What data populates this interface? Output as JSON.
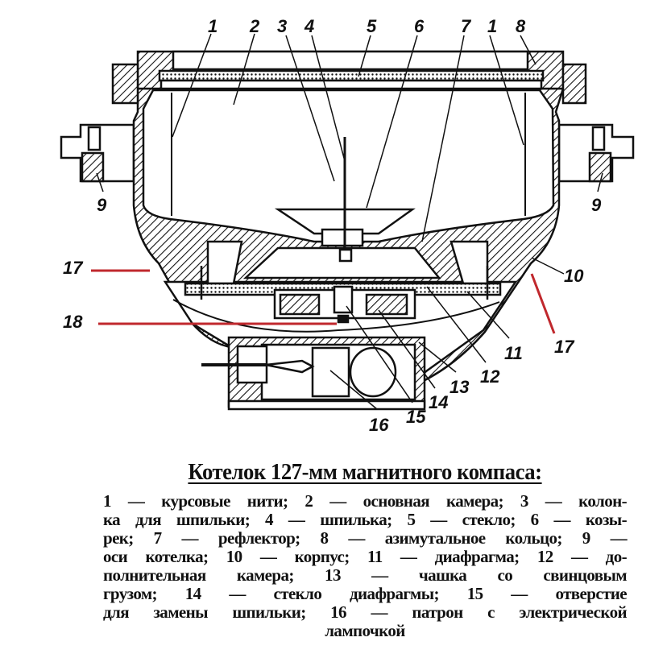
{
  "diagram": {
    "labels": {
      "n1a": "1",
      "n2": "2",
      "n3": "3",
      "n4": "4",
      "n5": "5",
      "n6": "6",
      "n7": "7",
      "n1b": "1",
      "n8": "8",
      "n9a": "9",
      "n9b": "9",
      "n10": "10",
      "n11": "11",
      "n12": "12",
      "n13": "13",
      "n14": "14",
      "n15": "15",
      "n16": "16",
      "n17a": "17",
      "n17b": "17",
      "n18": "18"
    },
    "colors": {
      "ink": "#111111",
      "leader_red": "#c0282d"
    }
  },
  "caption": {
    "title": "Котелок 127-мм магнитного компаса:",
    "lines": [
      "1 — курсовые нити; 2 — основная камера; 3 — колон-",
      "ка для шпильки; 4 — шпилька; 5 — стекло; 6 — козы-",
      "рек; 7 — рефлектор; 8 — азимутальное кольцо; 9 —",
      "оси котелка; 10 — корпус; 11 — диафрагма; 12 — до-",
      "полнительная камера; 13 — чашка со свинцовым",
      "грузом; 14 — стекло диафрагмы; 15 — отверстие",
      "для замены шпильки; 16 — патрон с электрической",
      "лампочкой"
    ]
  }
}
